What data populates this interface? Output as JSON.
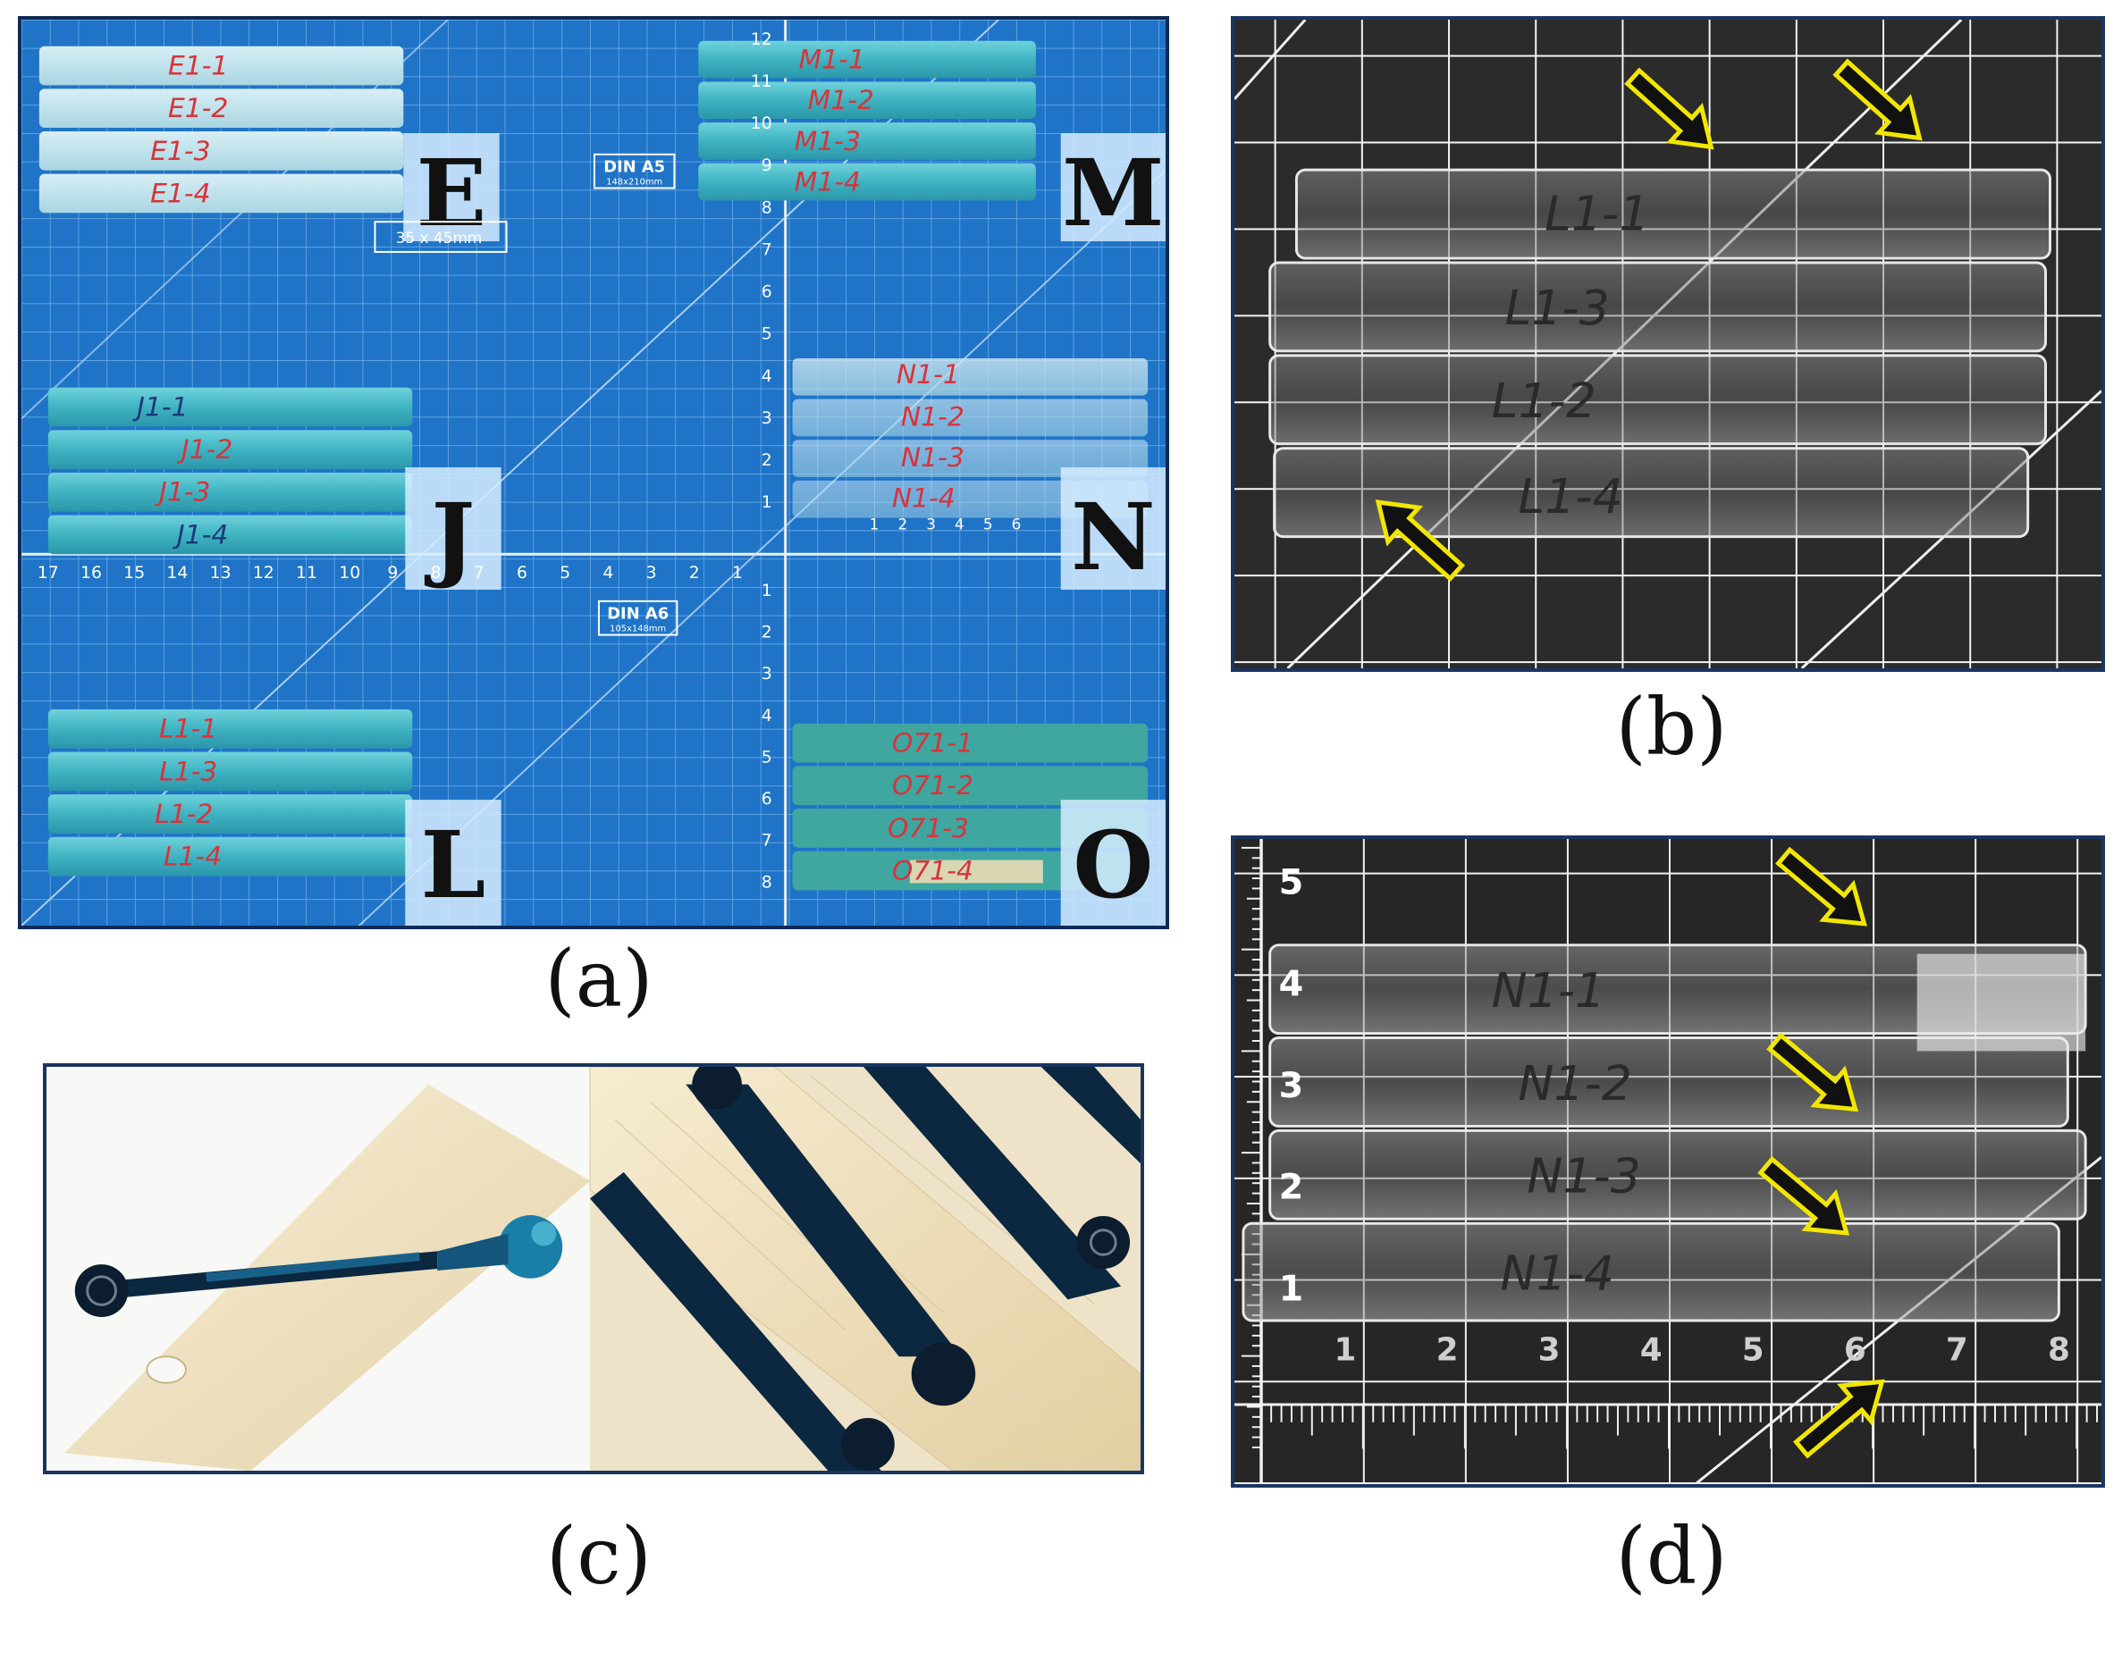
{
  "figure": {
    "panels": {
      "a": {
        "caption": "(a)",
        "group_letters": [
          "E",
          "M",
          "J",
          "N",
          "L",
          "O"
        ],
        "labels": {
          "E": [
            "E1-1",
            "E1-2",
            "E1-3",
            "E1-4"
          ],
          "M": [
            "M1-1",
            "M1-2",
            "M1-3",
            "M1-4"
          ],
          "J": [
            "J1-1",
            "J1-2",
            "J1-3",
            "J1-4"
          ],
          "N": [
            "N1-1",
            "N1-2",
            "N1-3",
            "N1-4"
          ],
          "L": [
            "L1-1",
            "L1-3",
            "L1-2",
            "L1-4"
          ],
          "O": [
            "O71-1",
            "O71-2",
            "O71-3",
            "O71-4"
          ]
        },
        "mat_text": {
          "din_a5": "DIN A5",
          "din_a5_sub": "148x210mm",
          "din_a6": "DIN A6",
          "din_a6_sub": "105x148mm",
          "photo_size": "35 x 45mm"
        },
        "ruler_bottom": [
          "17",
          "16",
          "15",
          "14",
          "13",
          "12",
          "11",
          "10",
          "9",
          "8",
          "7",
          "6",
          "5",
          "4",
          "3",
          "2",
          "1"
        ],
        "ruler_right_top": [
          "12",
          "11",
          "10",
          "9",
          "8",
          "7",
          "6",
          "5",
          "4",
          "3",
          "2",
          "1"
        ],
        "ruler_right_bottom": [
          "1",
          "2",
          "3",
          "4",
          "5",
          "6",
          "7",
          "8"
        ],
        "ruler_n_bottom": [
          "1",
          "2",
          "3",
          "4",
          "5",
          "6"
        ]
      },
      "b": {
        "caption": "(b)",
        "labels": [
          "L1-1",
          "L1-3",
          "L1-2",
          "L1-4"
        ],
        "arrow_color": "#f2e600"
      },
      "c": {
        "caption": "(c)"
      },
      "d": {
        "caption": "(d)",
        "labels": [
          "N1-1",
          "N1-2",
          "N1-3",
          "N1-4"
        ],
        "ruler_left": [
          "5",
          "4",
          "3",
          "2",
          "1"
        ],
        "ruler_bottom": [
          "1",
          "2",
          "3",
          "4",
          "5",
          "6",
          "7",
          "8"
        ],
        "arrow_color": "#f2e600"
      }
    },
    "colors": {
      "mat_blue": "#1f74c8",
      "sample_cyan": "#46b8c9",
      "label_red": "#d8343a",
      "arrow_yellow": "#f2e600",
      "print_resin": "#efe3c4",
      "dark_filament": "#0c2740"
    }
  }
}
